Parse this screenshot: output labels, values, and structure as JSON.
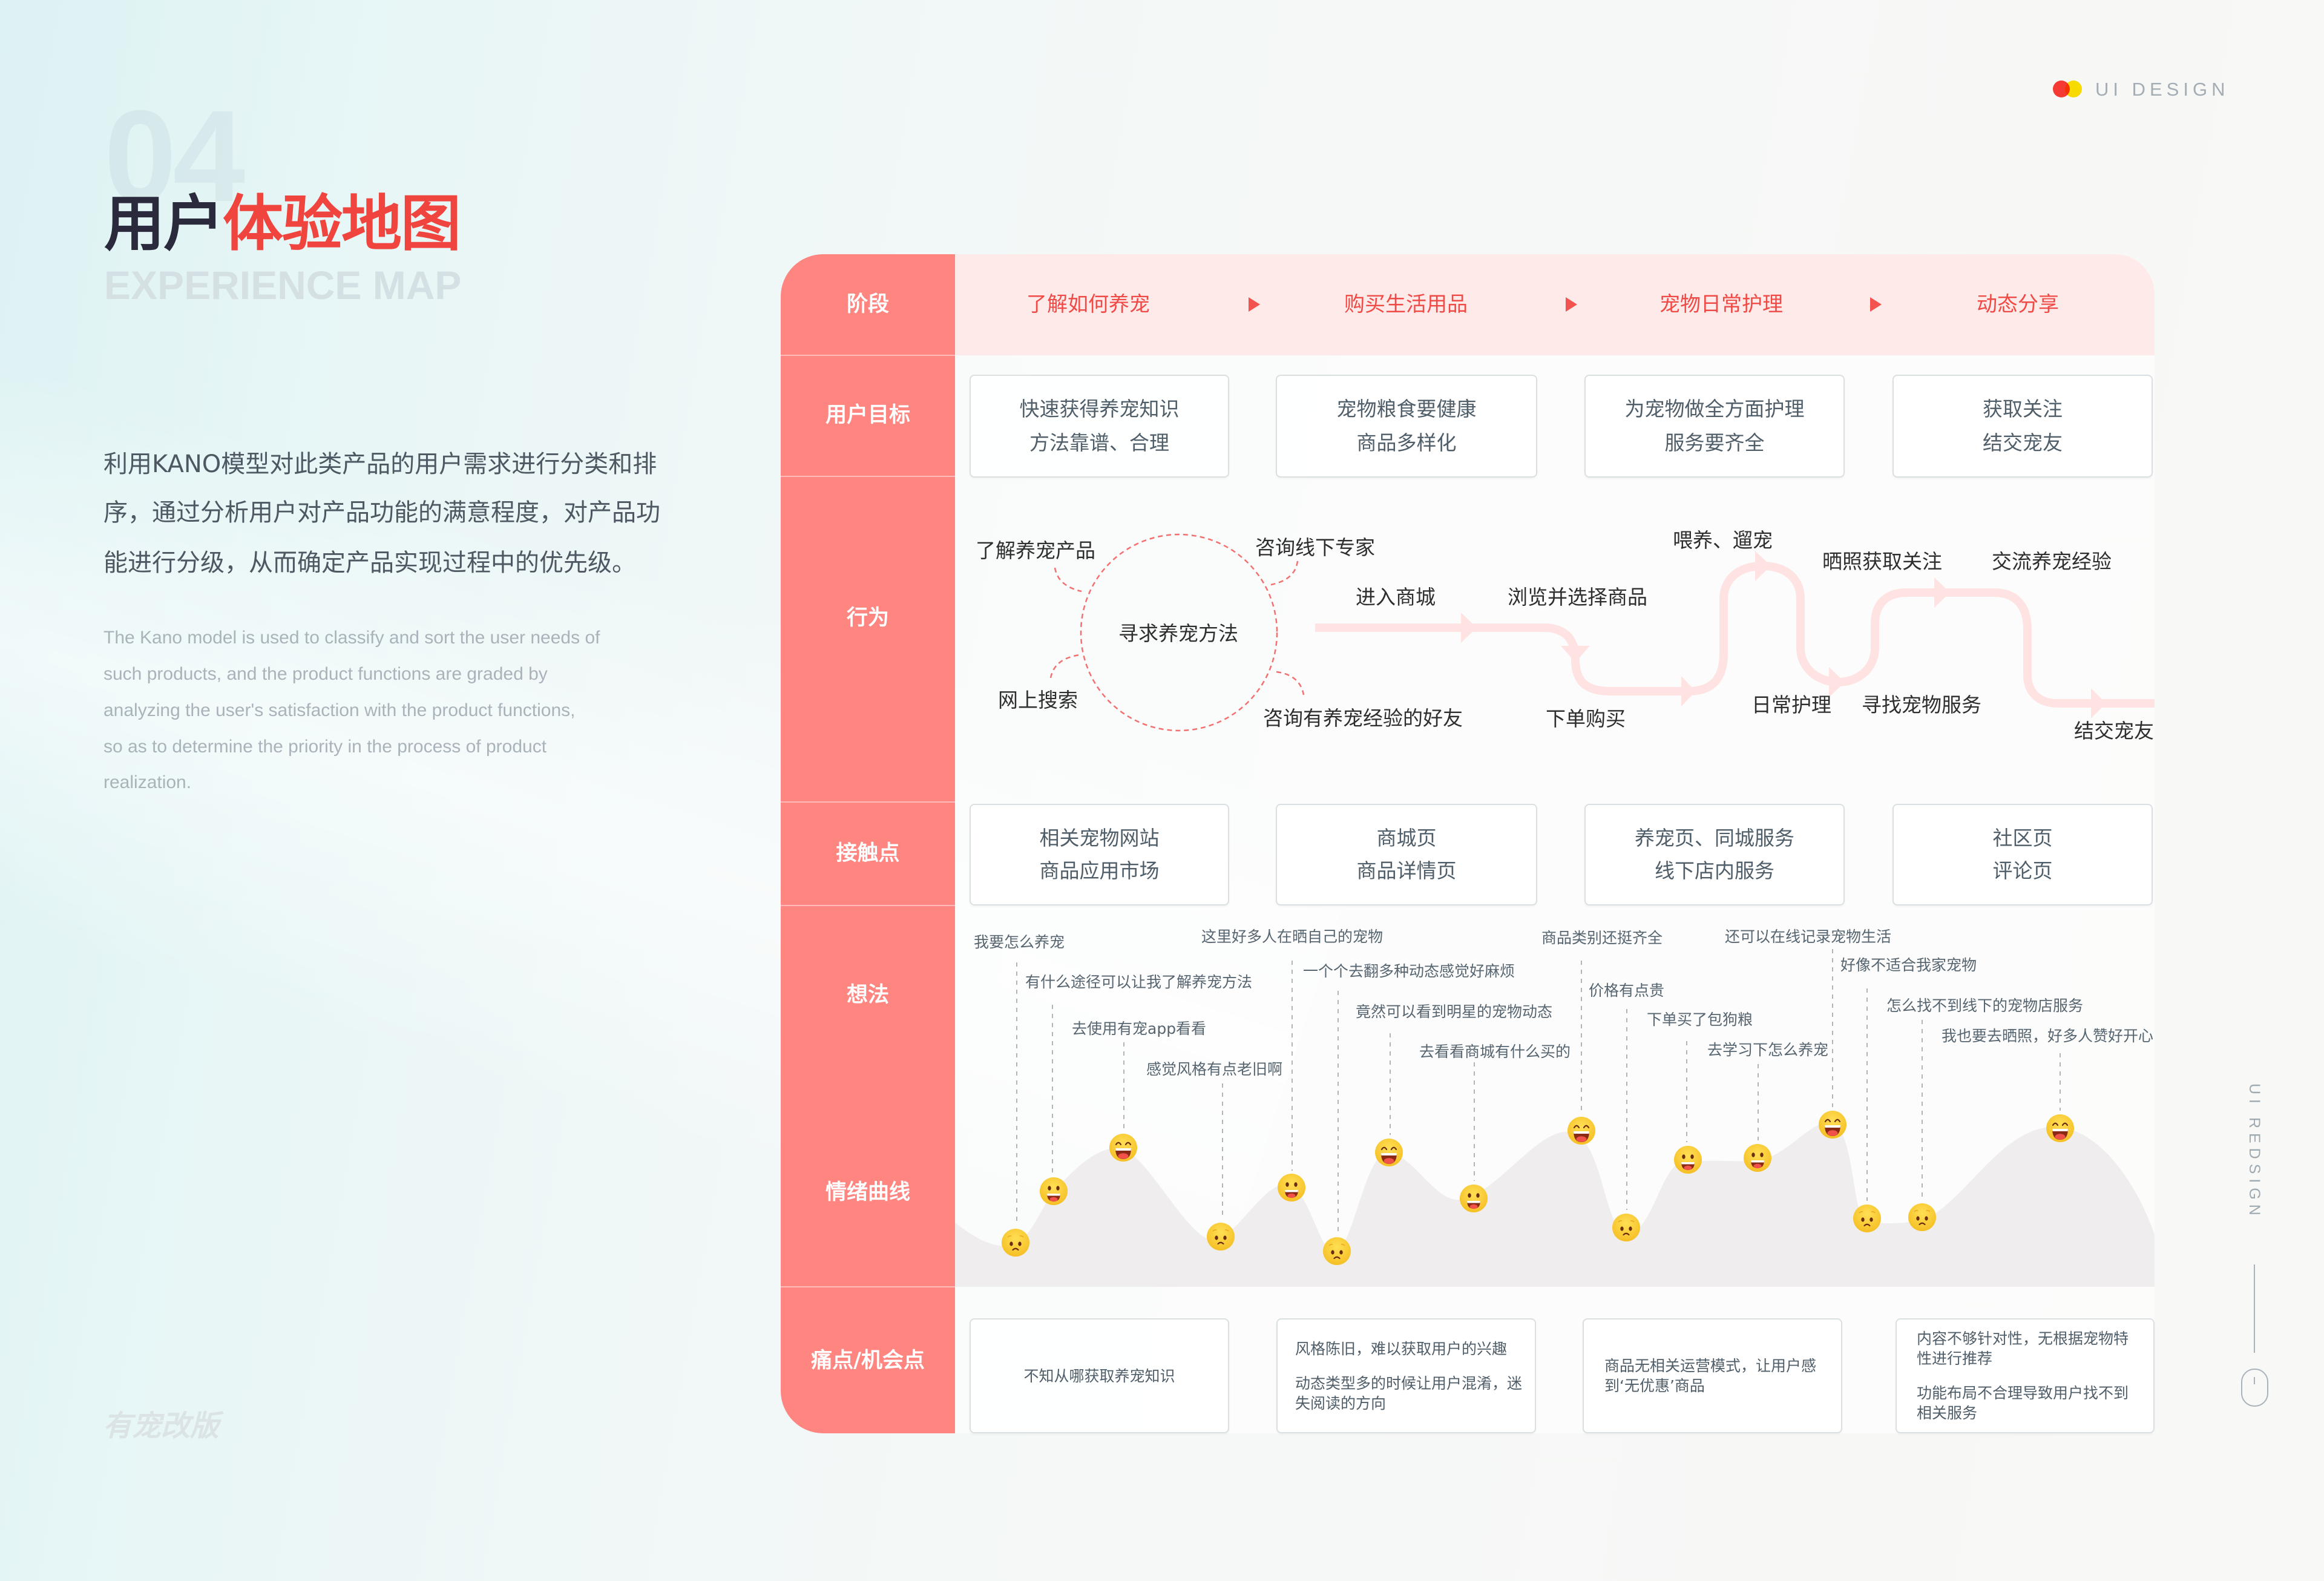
{
  "brand": {
    "label": "UI DESIGN",
    "mark_colors": [
      "#f53a33",
      "#ffe100"
    ]
  },
  "side_label": "UI REDSIGN",
  "side_icon": "mouse-scroll",
  "title": {
    "number": "04",
    "part1": "用户",
    "part2": "体验地图",
    "subtitle": "EXPERIENCE MAP"
  },
  "intro": {
    "zh_lines": [
      "利用KANO模型对此类产品的用户需求进行分类和排",
      "序，通过分析用户对产品功能的满意程度，对产品功",
      "能进行分级，从而确定产品实现过程中的优先级。"
    ],
    "en_lines": [
      "The Kano model is used to classify and sort the user needs of",
      "such products, and the product functions are graded by",
      "analyzing the user's satisfaction with the product functions,",
      "so as to determine the priority in the process of product",
      "realization."
    ]
  },
  "footer_mark": "有宠改版",
  "colors": {
    "label_column": "#ff8580",
    "header_band": "#ffeaea",
    "stage_text": "#ef4a45",
    "title_dark": "#2b2a3d",
    "title_red": "#f0443e",
    "flow_arrow": "#ffe3e3",
    "emotion_area": "#efedee",
    "emoji": "#fcd03a"
  },
  "map": {
    "row_labels": {
      "stage": "阶段",
      "goals": "用户目标",
      "behavior": "行为",
      "touchpoints": "接触点",
      "thoughts": "想法",
      "emotion": "情绪曲线",
      "pain": "痛点/机会点"
    },
    "stages": [
      "了解如何养宠",
      "购买生活用品",
      "宠物日常护理",
      "动态分享"
    ],
    "goals": [
      [
        "快速获得养宠知识",
        "方法靠谱、合理"
      ],
      [
        "宠物粮食要健康",
        "商品多样化"
      ],
      [
        "为宠物做全方面护理",
        "服务要齐全"
      ],
      [
        "获取关注",
        "结交宠友"
      ]
    ],
    "behaviors": {
      "hub": "寻求养宠方法",
      "hub_branches": [
        "了解养宠产品",
        "咨询线下专家",
        "网上搜索",
        "咨询有养宠经验的好友"
      ],
      "flow": [
        "进入商城",
        "浏览并选择商品",
        "下单购买",
        "喂养、遛宠",
        "日常护理",
        "晒照获取关注",
        "寻找宠物服务",
        "交流养宠经验",
        "结交宠友"
      ]
    },
    "touchpoints": [
      [
        "相关宠物网站",
        "商品应用市场"
      ],
      [
        "商城页",
        "商品详情页"
      ],
      [
        "养宠页、同城服务",
        "线下店内服务"
      ],
      [
        "社区页",
        "评论页"
      ]
    ],
    "thoughts": [
      {
        "text": "我要怎么养宠",
        "mood": "sad-face"
      },
      {
        "text": "有什么途径可以让我了解养宠方法",
        "mood": "grin-face"
      },
      {
        "text": "去使用有宠app看看",
        "mood": "laugh-face"
      },
      {
        "text": "感觉风格有点老旧啊",
        "mood": "sad-face"
      },
      {
        "text": "这里好多人在晒自己的宠物",
        "mood": "grin-face"
      },
      {
        "text": "一个个去翻多种动态感觉好麻烦",
        "mood": "sad-face"
      },
      {
        "text": "竟然可以看到明星的宠物动态",
        "mood": "laugh-face"
      },
      {
        "text": "去看看商城有什么买的",
        "mood": "grin-face"
      },
      {
        "text": "商品类别还挺齐全",
        "mood": "laugh-face"
      },
      {
        "text": "价格有点贵",
        "mood": "sad-face"
      },
      {
        "text": "下单买了包狗粮",
        "mood": "grin-face"
      },
      {
        "text": "去学习下怎么养宠",
        "mood": "grin-face"
      },
      {
        "text": "还可以在线记录宠物生活",
        "mood": "laugh-face"
      },
      {
        "text": "好像不适合我家宠物",
        "mood": "sad-face"
      },
      {
        "text": "怎么找不到线下的宠物店服务",
        "mood": "sad-face"
      },
      {
        "text": "我也要去晒照，好多人赞好开心",
        "mood": "laugh-face"
      }
    ],
    "pain_points": [
      [
        "不知从哪获取养宠知识"
      ],
      [
        "风格陈旧，难以获取用户的兴趣",
        "动态类型多的时候让用户混淆，迷失阅读的方向"
      ],
      [
        "商品无相关运营模式，让用户感到‘无优惠’商品"
      ],
      [
        "内容不够针对性，无根据宠物特性进行推荐",
        "功能布局不合理导致用户找不到相关服务"
      ]
    ]
  }
}
